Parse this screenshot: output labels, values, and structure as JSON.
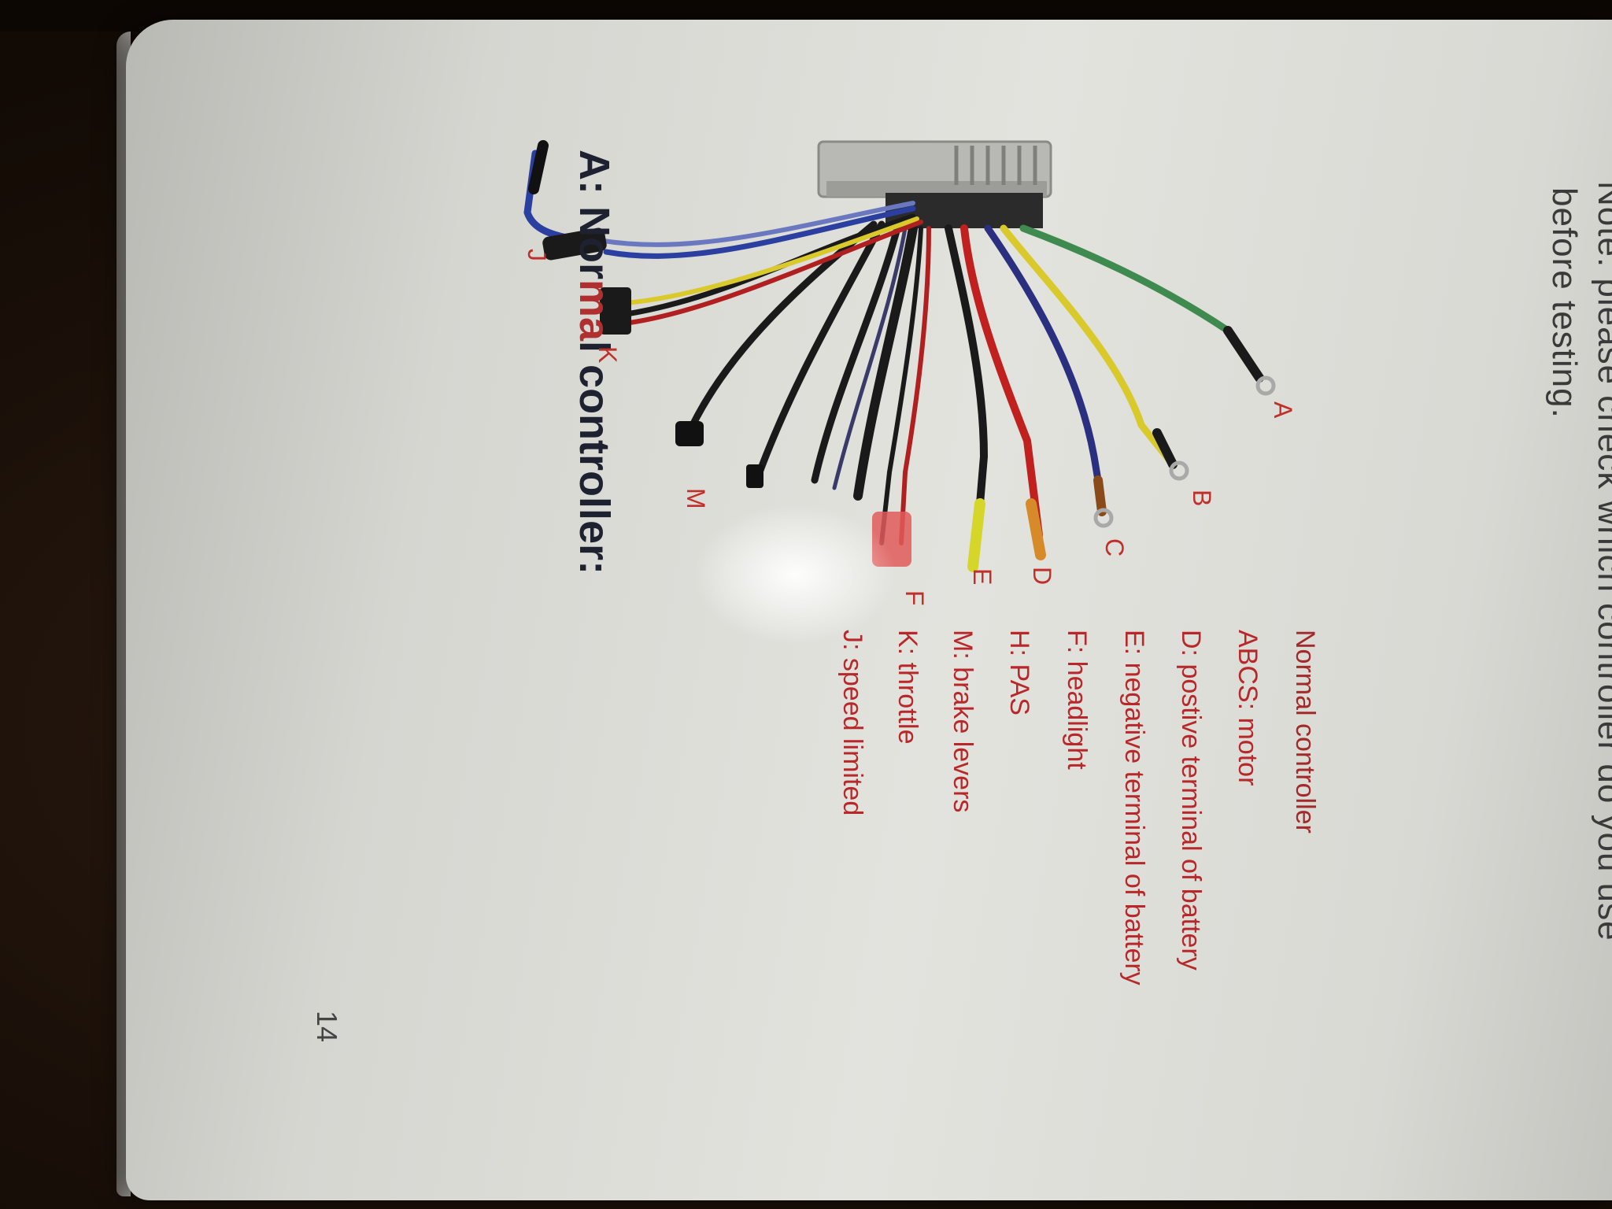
{
  "page": {
    "note_line_top": "Note: please check which controller do you use",
    "note_line_bottom": "before testing.",
    "heading_prefix": "A: Nor",
    "heading_accent": "ma",
    "heading_suffix": "l controller:",
    "page_number": "14"
  },
  "legend": {
    "items": [
      "Normal controller",
      "ABCS: motor",
      "D: postive terminal of battery",
      "E: negative terminal of battery",
      "F: headlight",
      "H: PAS",
      "M: brake levers",
      "K: throttle",
      "J: speed limited"
    ]
  },
  "wire_labels": {
    "a": "A",
    "b": "B",
    "c": "C",
    "d": "D",
    "e": "E",
    "f": "F",
    "m": "M",
    "k": "K",
    "j": "J"
  },
  "colors": {
    "page": "#dcdcd7",
    "legend_red": "#b8282a",
    "heading": "#1e2230",
    "wire_green": "#3f8a4e",
    "wire_yellow": "#d9c92a",
    "wire_blue": "#2a2f80",
    "wire_red": "#c0201e",
    "wire_black": "#1a1a1a"
  }
}
